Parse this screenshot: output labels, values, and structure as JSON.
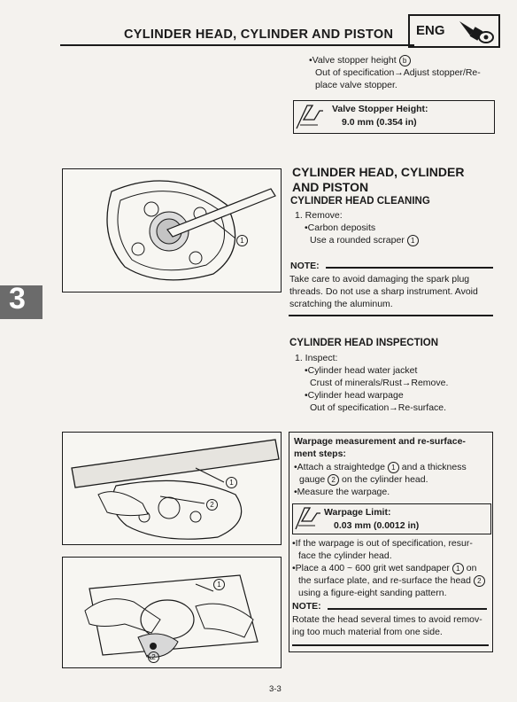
{
  "header": {
    "title": "CYLINDER HEAD, CYLINDER AND PISTON",
    "tab_label": "ENG"
  },
  "chapter_tab": "3",
  "top_section": {
    "bullet": "•Valve stopper height",
    "bullet_ref": "b",
    "line2": "Out of specification→Adjust stopper/Re-",
    "line3": "place valve stopper.",
    "spec_title": "Valve Stopper Height:",
    "spec_value": "9.0 mm (0.354 in)"
  },
  "cleaning": {
    "title1": "CYLINDER HEAD, CYLINDER",
    "title2": "AND PISTON",
    "subtitle": "CYLINDER HEAD CLEANING",
    "step1": "1. Remove:",
    "item1": "•Carbon deposits",
    "item2_text": "Use a rounded scraper",
    "item2_ref": "1",
    "note_label": "NOTE:",
    "note_line1": "Take care to avoid damaging the spark plug",
    "note_line2": "threads. Do not use a sharp instrument. Avoid",
    "note_line3": "scratching the aluminum."
  },
  "inspection": {
    "subtitle": "CYLINDER HEAD INSPECTION",
    "step1": "1. Inspect:",
    "item1": "•Cylinder head water jacket",
    "item1_detail": "Crust of minerals/Rust→Remove.",
    "item2": "•Cylinder head warpage",
    "item2_detail": "Out of specification→Re-surface."
  },
  "warpage_box": {
    "title1": "Warpage measurement and re-surface-",
    "title2": "ment steps:",
    "step1a": "•Attach a straightedge",
    "ref1": "1",
    "step1b": "and a thickness",
    "step1c": "gauge",
    "ref2": "2",
    "step1d": "on the cylinder head.",
    "step2": "•Measure the warpage.",
    "limit_title": "Warpage Limit:",
    "limit_value": "0.03 mm (0.0012 in)",
    "step3a": "•If the warpage is out of specification, resur-",
    "step3b": "face the cylinder head.",
    "step4a": "•Place a 400 ~ 600 grit wet sandpaper",
    "ref3": "1",
    "step4b": "on",
    "step4c": "the surface plate, and re-surface the head",
    "ref4": "2",
    "step4d": "using a figure-eight sanding pattern.",
    "note_label": "NOTE:",
    "note_line1": "Rotate the head several times to avoid remov-",
    "note_line2": "ing too much material from one side."
  },
  "figures": {
    "fig1_label1": "1",
    "fig2_label1": "1",
    "fig2_label2": "2",
    "fig3_label1": "1",
    "fig3_label2": "2"
  },
  "page_number": "3-3"
}
